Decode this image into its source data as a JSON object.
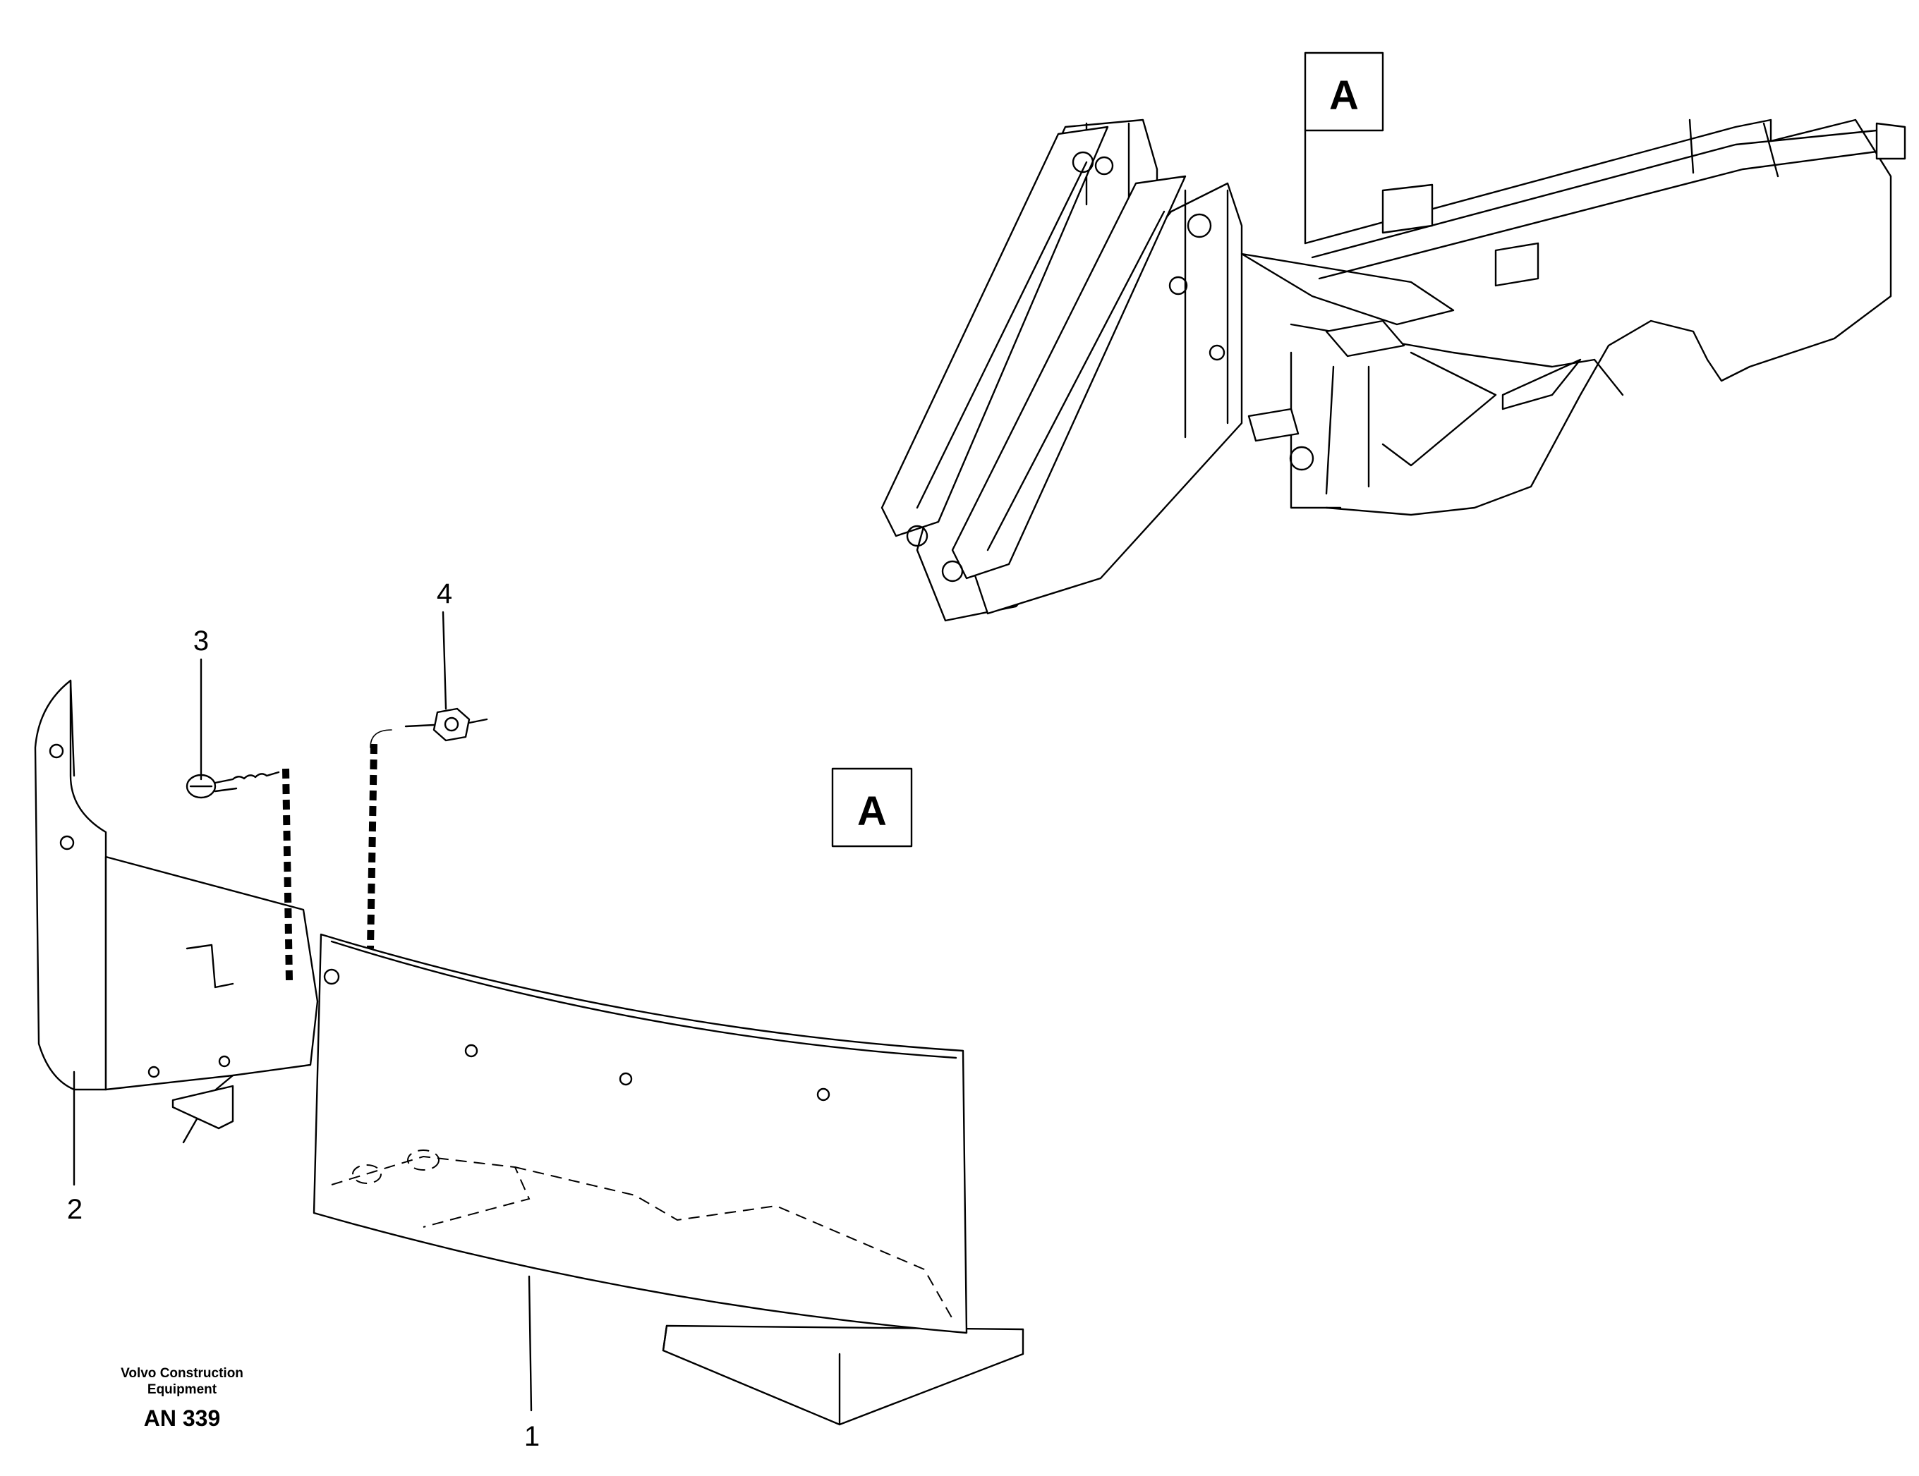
{
  "view_marker": {
    "label": "A"
  },
  "detail_marker": {
    "label": "A"
  },
  "callouts": [
    {
      "id": "1",
      "label": "1"
    },
    {
      "id": "2",
      "label": "2"
    },
    {
      "id": "3",
      "label": "3"
    },
    {
      "id": "4",
      "label": "4"
    }
  ],
  "footer": {
    "company_line1": "Volvo Construction",
    "company_line2": "Equipment",
    "drawing_id": "AN 339"
  }
}
